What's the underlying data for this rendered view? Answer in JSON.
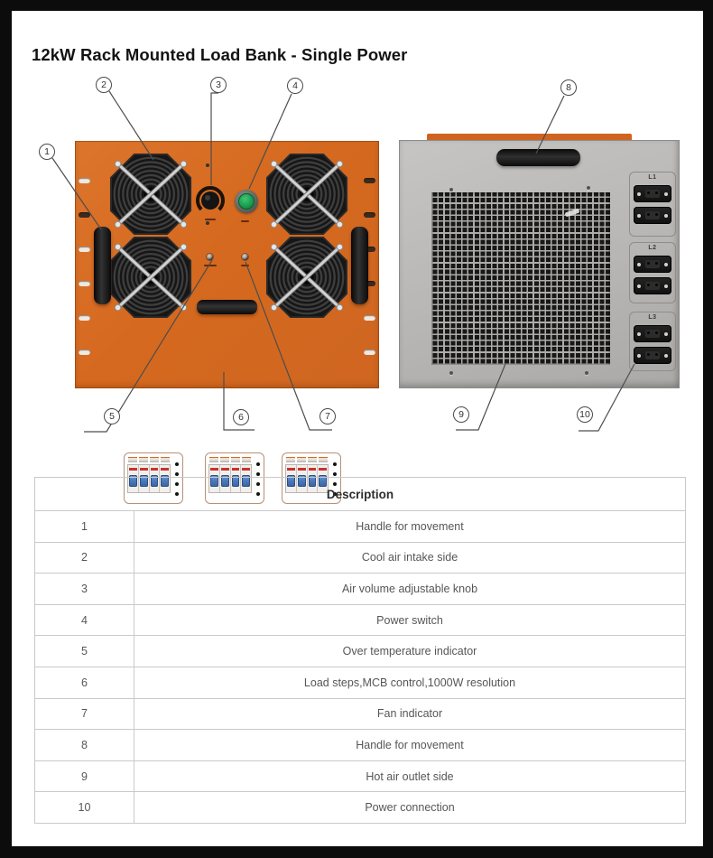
{
  "page": {
    "title": "12kW Rack Mounted Load Bank - Single Power"
  },
  "figure": {
    "callouts": [
      {
        "label": "1"
      },
      {
        "label": "2"
      },
      {
        "label": "3"
      },
      {
        "label": "4"
      },
      {
        "label": "5"
      },
      {
        "label": "6"
      },
      {
        "label": "7"
      },
      {
        "label": "8"
      },
      {
        "label": "9"
      },
      {
        "label": "10"
      }
    ],
    "rear_connector_labels": [
      "L1",
      "L2",
      "L3"
    ],
    "colors": {
      "panel_orange": "#d5691f",
      "rear_gray": "#b7b6b4",
      "power_button_green": "#159448",
      "mcb_toggle_blue": "#4876b8"
    }
  },
  "table": {
    "header": "Description",
    "rows": [
      {
        "num": "1",
        "desc": "Handle for movement"
      },
      {
        "num": "2",
        "desc": "Cool air intake side"
      },
      {
        "num": "3",
        "desc": "Air volume adjustable knob"
      },
      {
        "num": "4",
        "desc": "Power switch"
      },
      {
        "num": "5",
        "desc": "Over temperature indicator"
      },
      {
        "num": "6",
        "desc": "Load steps,MCB control,1000W resolution"
      },
      {
        "num": "7",
        "desc": "Fan indicator"
      },
      {
        "num": "8",
        "desc": "Handle for movement"
      },
      {
        "num": "9",
        "desc": "Hot air outlet side"
      },
      {
        "num": "10",
        "desc": "Power connection"
      }
    ]
  }
}
